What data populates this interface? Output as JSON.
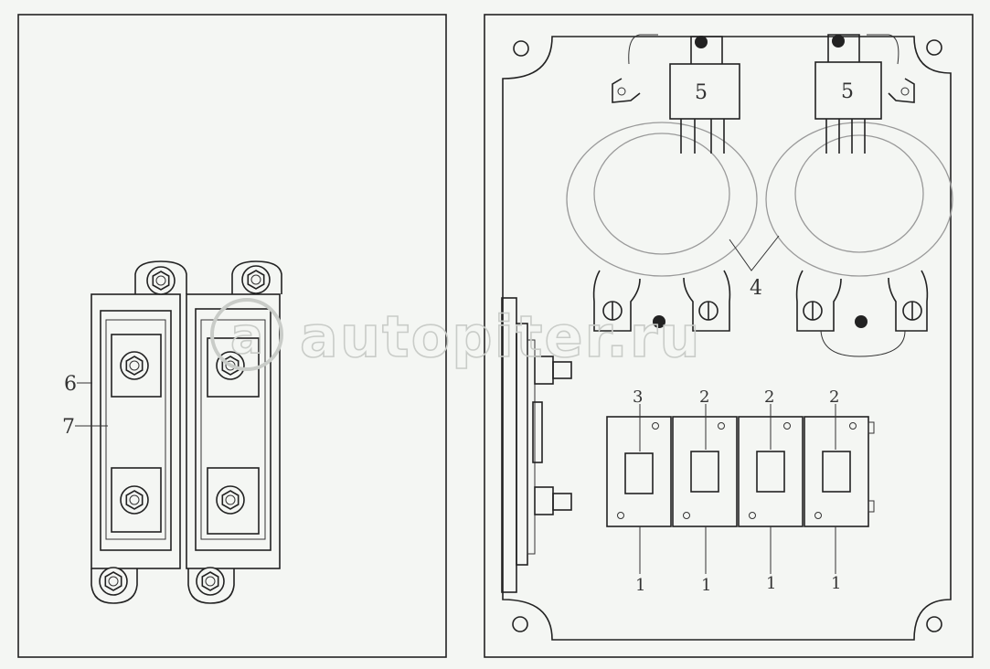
{
  "labels": {
    "part_1": "1",
    "part_2": "2",
    "part_3": "3",
    "part_4": "4",
    "part_5": "5",
    "part_6": "6",
    "part_7": "7"
  },
  "watermark": {
    "text": "autopiter.ru"
  }
}
